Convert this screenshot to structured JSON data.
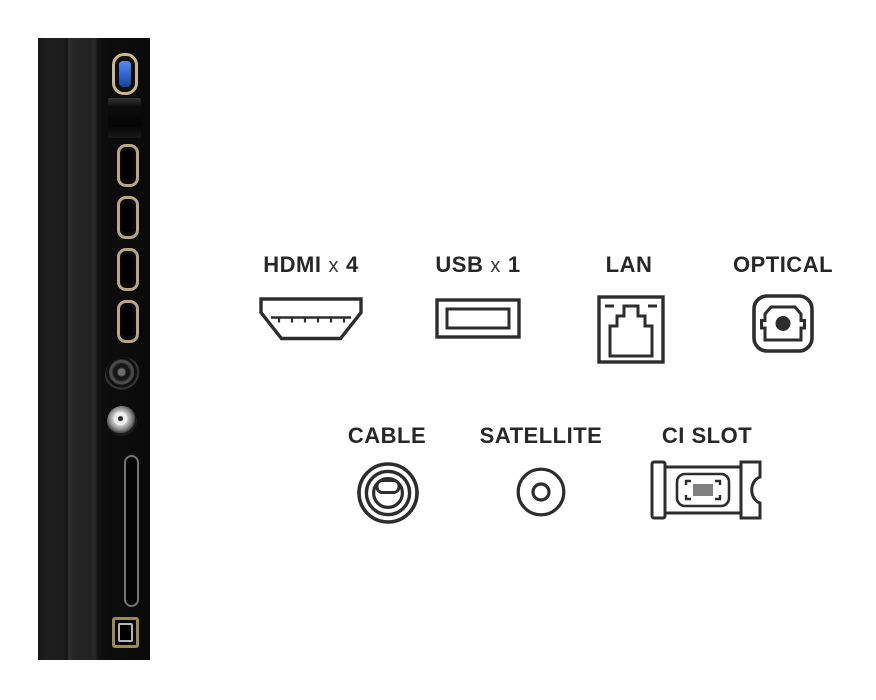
{
  "image_type": "tv-side-panel-connectivity-diagram",
  "colors": {
    "background": "#ffffff",
    "label_text": "#272727",
    "icon_stroke": "#2d2d2d",
    "tv_panel_black": "#0d0d0d",
    "port_gold": "#b7a785",
    "usb_blue": "#2f63cf",
    "metal_silver": "#d9d9d9"
  },
  "photo": {
    "ports_top_to_bottom": [
      "usb-port",
      "ethernet-port",
      "hdmi-port-1",
      "hdmi-port-2",
      "hdmi-port-3",
      "hdmi-port-4",
      "cable-rf-connector",
      "satellite-f-connector",
      "ci-card-slot",
      "optical-audio-port"
    ]
  },
  "legend": {
    "row1": [
      {
        "name": "HDMI",
        "times": "x",
        "count": "4",
        "icon": "hdmi-connector-icon"
      },
      {
        "name": "USB",
        "times": "x",
        "count": "1",
        "icon": "usb-connector-icon"
      },
      {
        "name": "LAN",
        "icon": "lan-connector-icon"
      },
      {
        "name": "OPTICAL",
        "icon": "optical-connector-icon"
      }
    ],
    "row2": [
      {
        "name": "CABLE",
        "icon": "cable-connector-icon"
      },
      {
        "name": "SATELLITE",
        "icon": "satellite-connector-icon"
      },
      {
        "name": "CI SLOT",
        "icon": "ci-slot-icon"
      }
    ]
  }
}
